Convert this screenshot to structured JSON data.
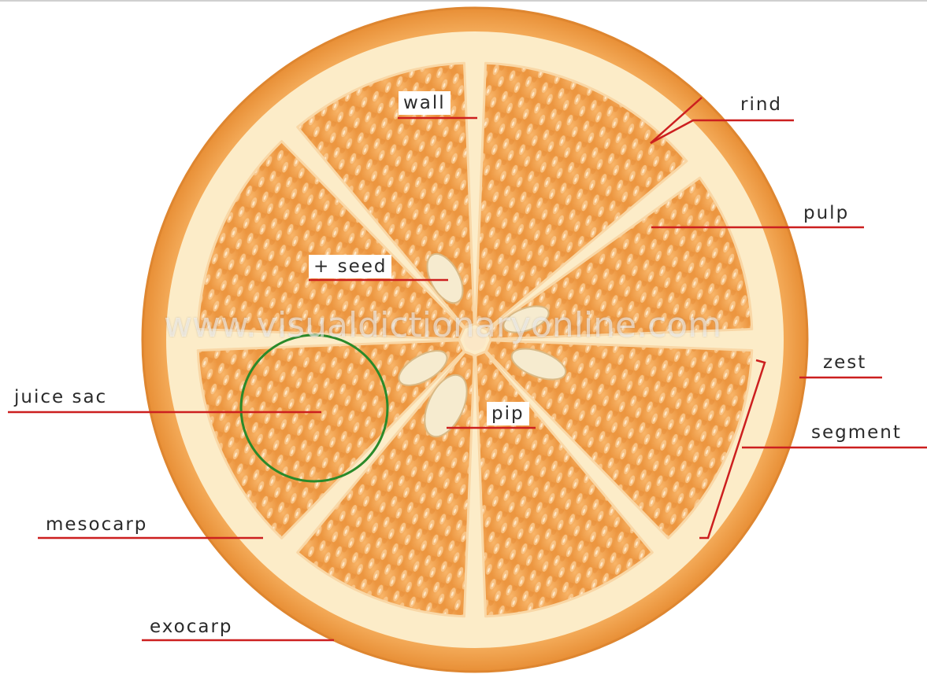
{
  "diagram": {
    "labels": {
      "wall": "wall",
      "rind": "rind",
      "pulp": "pulp",
      "seed": "+ seed",
      "juice_sac": "juice sac",
      "zest": "zest",
      "pip": "pip",
      "segment": "segment",
      "mesocarp": "mesocarp",
      "exocarp": "exocarp"
    },
    "watermark": "www.visualdictionaryonline.com",
    "colors": {
      "exocarp": "#f2a552",
      "mesocarp": "#fcecc8",
      "pulp": "#f4a350",
      "pulp_dark": "#e48a34",
      "leader_line": "#cc1f1f",
      "highlight_circle": "#2a8a2a",
      "seed": "#f6ebcf"
    },
    "icons": {
      "highlight": "circle-highlight"
    }
  }
}
